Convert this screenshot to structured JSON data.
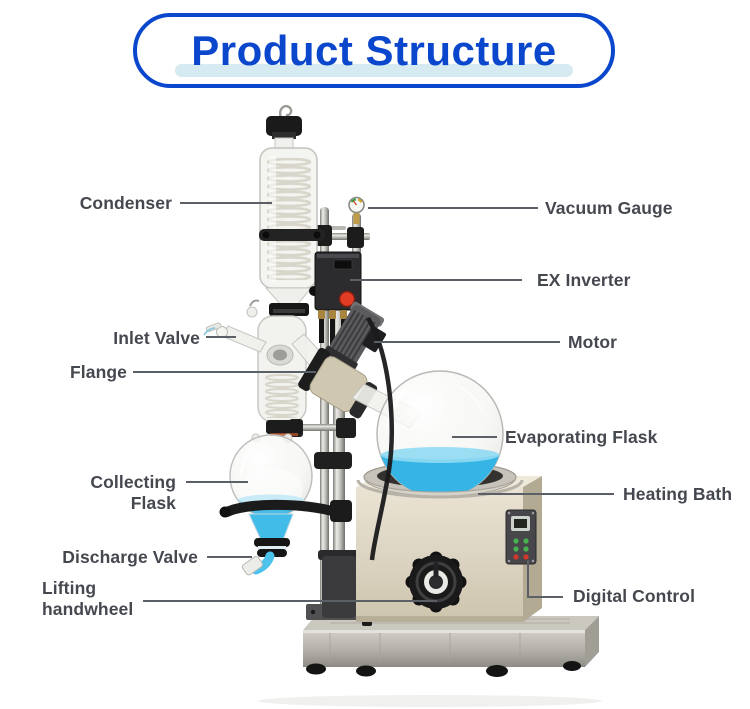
{
  "title": "Product Structure",
  "labels": {
    "condenser": "Condenser",
    "vacuum_gauge": "Vacuum Gauge",
    "ex_inverter": "EX Inverter",
    "inlet_valve": "Inlet Valve",
    "motor": "Motor",
    "flange": "Flange",
    "evaporating_flask": "Evaporating Flask",
    "collecting_flask": "Collecting Flask",
    "heating_bath": "Heating Bath",
    "discharge_valve": "Discharge Valve",
    "lifting_handwheel": "Lifting handwheel",
    "digital_control": "Digital Control"
  },
  "colors": {
    "title_blue": "#0a47cc",
    "title_underline": "#d6ebf1",
    "label_gray": "#45484f",
    "leader_line": "#5b5f66",
    "liquid_blue": "#35b5e6",
    "bath_beige": "#ddd5c3"
  }
}
